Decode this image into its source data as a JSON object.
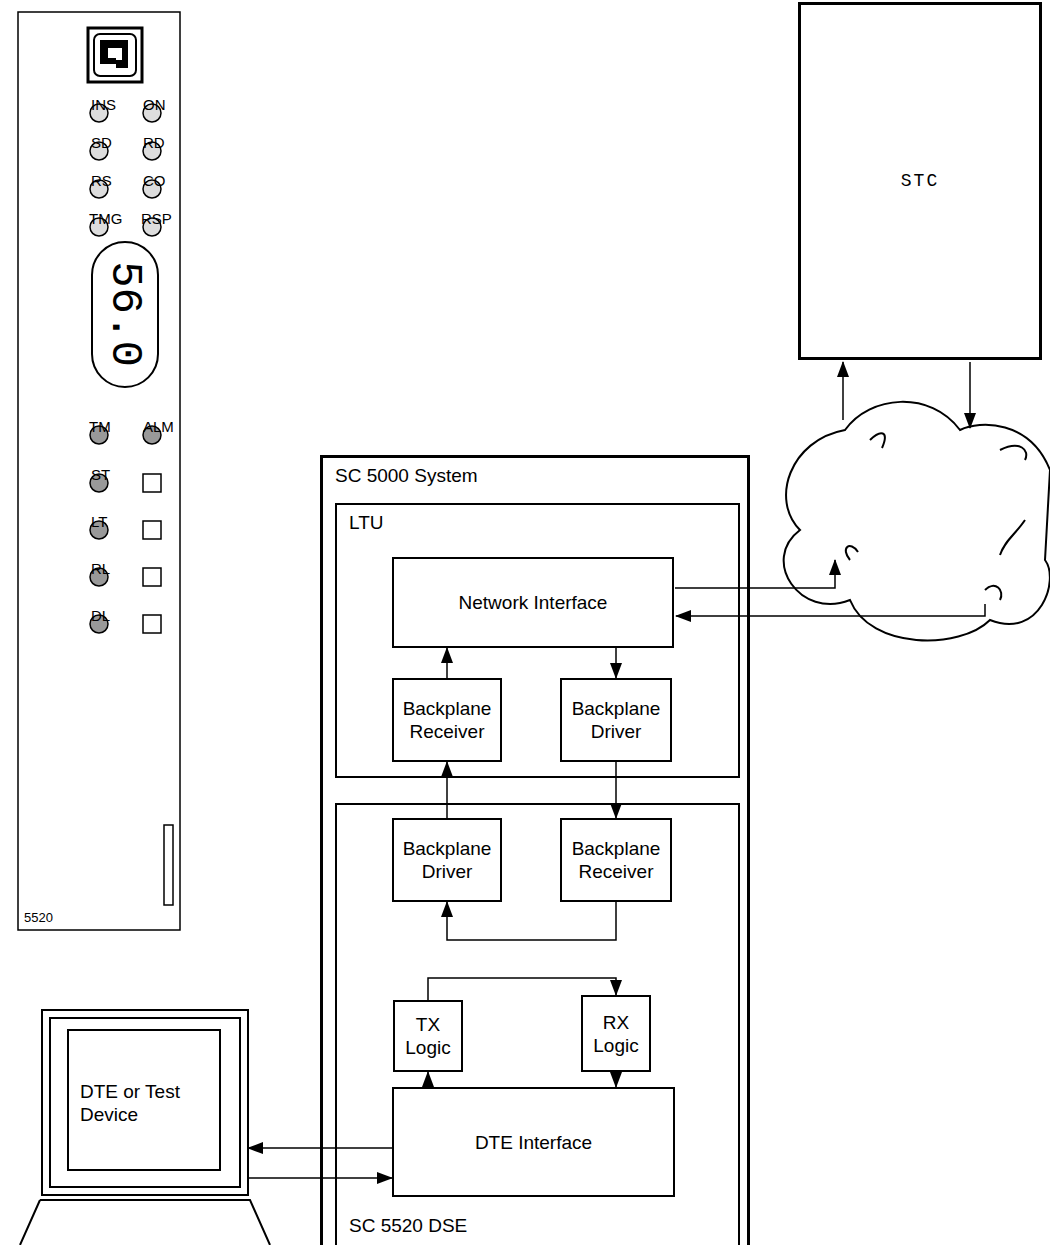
{
  "diagram": {
    "nodes": [
      {
        "text": [
          "STC"
        ]
      },
      {
        "text": [
          "SC 5000 System"
        ]
      },
      {
        "text": [
          "LTU"
        ],
        "in": 1
      },
      {
        "text": [
          "Network Interface"
        ],
        "in": 2
      },
      {
        "text": [
          "Backplane Receiver"
        ],
        "in": 2
      },
      {
        "text": [
          "Backplane Driver"
        ],
        "in": 2
      },
      {
        "text": [
          "SC 5520 DSE"
        ],
        "in": 1
      },
      {
        "text": [
          "Backplane Driver"
        ],
        "in": 6
      },
      {
        "text": [
          "Backplane Receiver"
        ],
        "in": 6
      },
      {
        "text": [
          "TX Logic"
        ],
        "in": 6
      },
      {
        "text": [
          "RX Logic"
        ],
        "in": 6
      },
      {
        "text": [
          "DTE Interface"
        ],
        "in": 6
      },
      {
        "text": [
          "DTE or Test Device"
        ]
      }
    ],
    "edges": [
      {
        "from": 4,
        "to": 3,
        "arrow": "to"
      },
      {
        "from": 3,
        "to": 5,
        "arrow": "to"
      },
      {
        "from": 7,
        "to": 4,
        "arrow": "to"
      },
      {
        "from": 5,
        "to": 8,
        "arrow": "to"
      },
      {
        "from": 8,
        "to": 7,
        "arrow": "to"
      },
      {
        "from": 9,
        "to": 10,
        "arrow": "to"
      },
      {
        "from": 11,
        "to": 9,
        "arrow": "to"
      },
      {
        "from": 10,
        "to": 11,
        "arrow": "to"
      },
      {
        "from": 11,
        "to": 12,
        "arrow": "to"
      },
      {
        "from": 12,
        "to": 11,
        "arrow": "to"
      }
    ],
    "labels": [
      "INS",
      "ON",
      "SD",
      "RD",
      "RS",
      "CO",
      "TMG",
      "RSP",
      "56.0",
      "TM",
      "ALM",
      "ST",
      "LT",
      "RL",
      "DL",
      "5520"
    ]
  }
}
